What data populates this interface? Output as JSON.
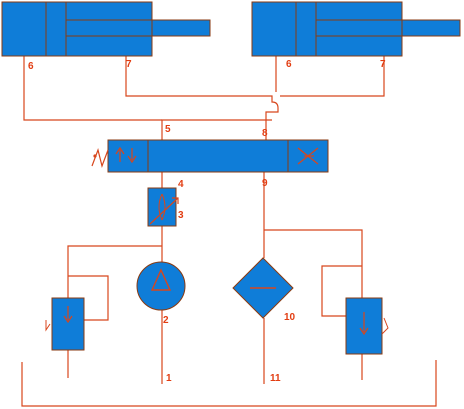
{
  "colors": {
    "component_fill": "#0F7DD8",
    "outline": "#8A3A10",
    "line": "#D8461C",
    "label": "#E23D12"
  },
  "labels": {
    "left_cyl_port_a": "6",
    "left_cyl_port_b": "7",
    "right_cyl_port_a": "6",
    "right_cyl_port_b": "7",
    "valve_port_a": "5",
    "valve_port_b": "8",
    "valve_port_c": "9",
    "check_valve": "4",
    "flow_control": "3",
    "pump": "2",
    "pump_inlet": "1",
    "filter": "10",
    "filter_outlet": "11"
  },
  "components": [
    {
      "id": "left-cylinder",
      "icon": "double-acting-cylinder"
    },
    {
      "id": "right-cylinder",
      "icon": "double-acting-cylinder"
    },
    {
      "id": "directional-valve",
      "icon": "solenoid-valve"
    },
    {
      "id": "check-valve",
      "icon": "check-valve"
    },
    {
      "id": "flow-control-valve",
      "icon": "adjustable-throttle"
    },
    {
      "id": "pump",
      "icon": "hydraulic-pump"
    },
    {
      "id": "filter",
      "icon": "filter"
    },
    {
      "id": "left-relief-valve",
      "icon": "relief-valve"
    },
    {
      "id": "right-relief-valve",
      "icon": "relief-valve"
    },
    {
      "id": "tank",
      "icon": "reservoir"
    }
  ]
}
